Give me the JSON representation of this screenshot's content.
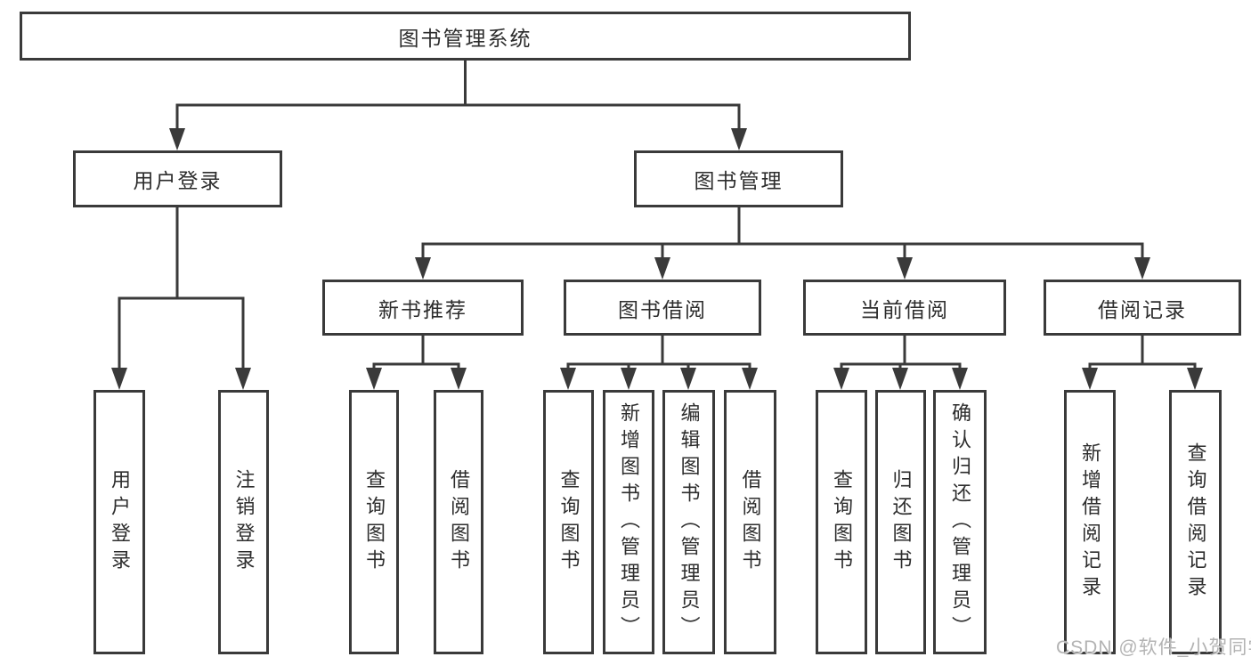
{
  "root": {
    "label": "图书管理系统"
  },
  "branches": {
    "user_login": {
      "label": "用户登录",
      "children": [
        {
          "label": "用户登录"
        },
        {
          "label": "注销登录"
        }
      ]
    },
    "book_management": {
      "label": "图书管理",
      "children": [
        {
          "label": "新书推荐",
          "children": [
            {
              "label": "查询图书"
            },
            {
              "label": "借阅图书"
            }
          ]
        },
        {
          "label": "图书借阅",
          "children": [
            {
              "label": "查询图书"
            },
            {
              "label": "新增图书（管理员）"
            },
            {
              "label": "编辑图书（管理员）"
            },
            {
              "label": "借阅图书"
            }
          ]
        },
        {
          "label": "当前借阅",
          "children": [
            {
              "label": "查询图书"
            },
            {
              "label": "归还图书"
            },
            {
              "label": "确认归还（管理员）"
            }
          ]
        },
        {
          "label": "借阅记录",
          "children": [
            {
              "label": "新增借阅记录"
            },
            {
              "label": "查询借阅记录"
            }
          ]
        }
      ]
    }
  },
  "watermark": "CSDN @软件_小贺同学",
  "colors": {
    "line": "#3a3a3a",
    "text": "#2d2d2d",
    "watermark": "#b3b3b3",
    "background": "#ffffff"
  }
}
